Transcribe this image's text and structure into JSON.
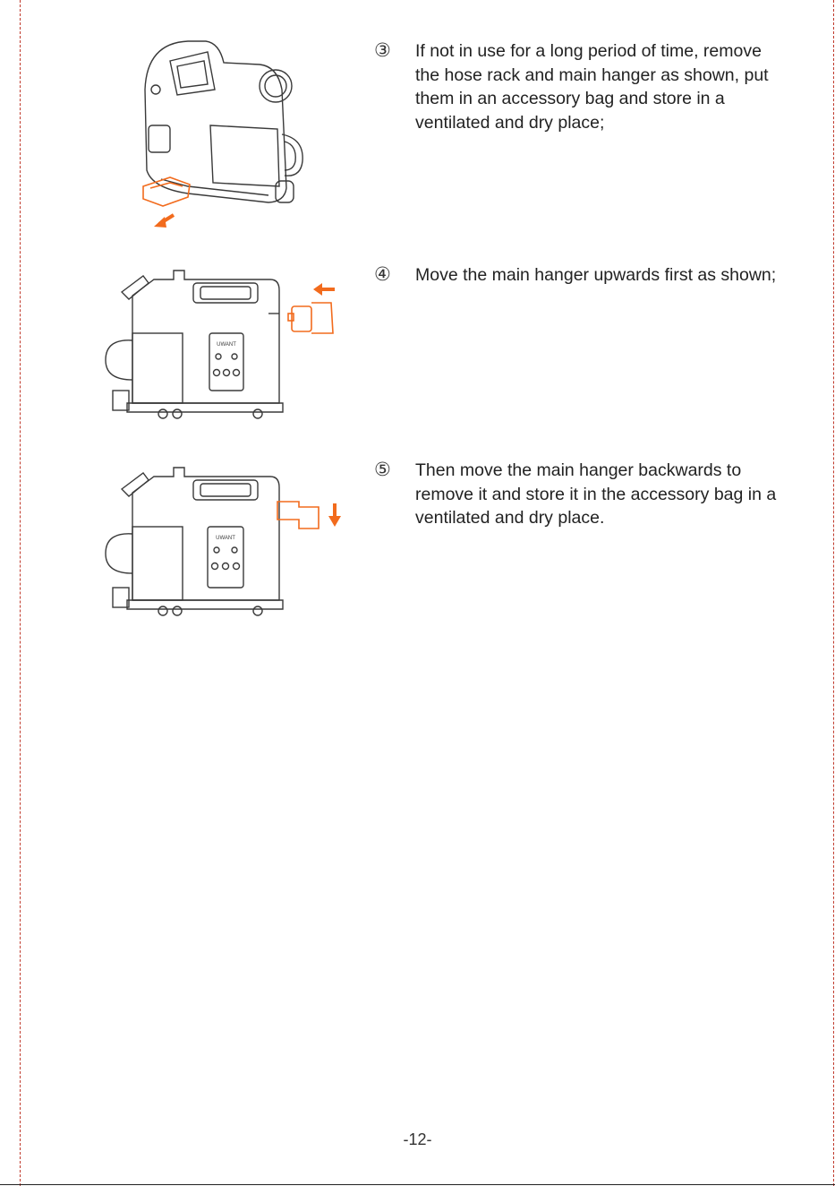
{
  "steps": [
    {
      "marker": "③",
      "text": "If not in use for a long period of time, remove the hose rack and main hanger as shown, put them in an accessory bag and store in a ventilated and dry place;"
    },
    {
      "marker": "④",
      "text": "Move the main hanger upwards first as shown;"
    },
    {
      "marker": "⑤",
      "text": "Then move the main hanger backwards to remove it and store it in the accessory bag in a ventilated and dry place."
    }
  ],
  "brand_logo": "UWANT",
  "colors": {
    "accent": "#F26B1D",
    "line": "#3a3a3a"
  },
  "page_number": "-12-"
}
